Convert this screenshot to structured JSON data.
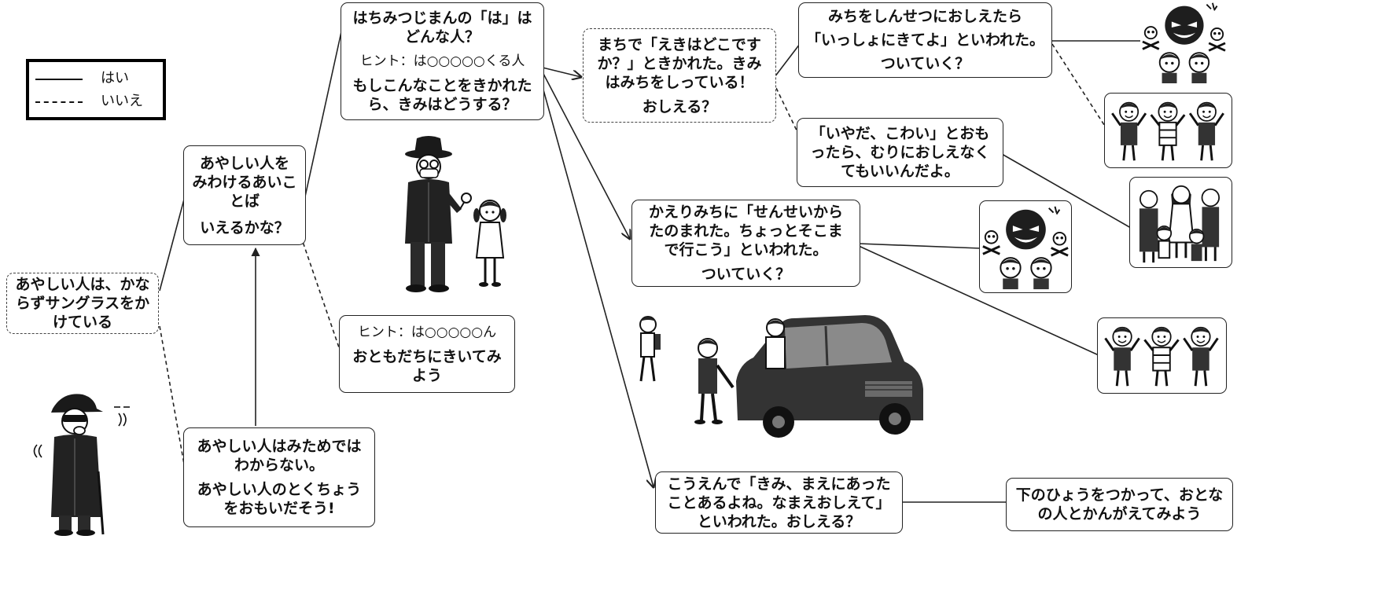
{
  "legend": {
    "yes_label": "はい",
    "no_label": "いいえ"
  },
  "boxes": {
    "claim": "あやしい人は、かな\nらずサングラスをか\nけている",
    "aikotoba": {
      "title": "あやしい人を\nみわけるあいこ\nとば",
      "question": "いえるかな？"
    },
    "tokuchou": {
      "fact": "あやしい人はみためでは\nわからない。",
      "prompt": "あやしい人のとくちょう\nをおもいだそう!"
    },
    "hachimitsu": {
      "question": "はちみつじまんの「は」は\nどんな人？",
      "hint": "ヒント：は○○○○○くる人",
      "prompt": "もしこんなことをきかれた\nら、きみはどうする？"
    },
    "hint2": {
      "hint": "ヒント：は○○○○○ん",
      "advice": "おともだちにきいてみ\nよう"
    },
    "eki": {
      "scene": "まちで「えきはどこです\nか？」ときかれた。きみ\nはみちをしっている！",
      "question": "おしえる？"
    },
    "kite": {
      "scene": "みちをしんせつにおしえたら\n「いっしょにきてよ」といわれた。",
      "question": "ついていく？"
    },
    "iyada": "「いやだ、こわい」とおも\nったら、むりにおしえなく\nてもいいんだよ。",
    "sensei": {
      "scene": "かえりみちに「せんせいから\nたのまれた。ちょっとそこま\nで行こう」といわれた。",
      "question": "ついていく？"
    },
    "kouen": "こうえんで「きみ、まえにあった\nことあるよね。なまえおしえて」\nといわれた。おしえる？",
    "hyou": "下のひょうをつかって、おとな\nの人とかんがえてみよう"
  }
}
